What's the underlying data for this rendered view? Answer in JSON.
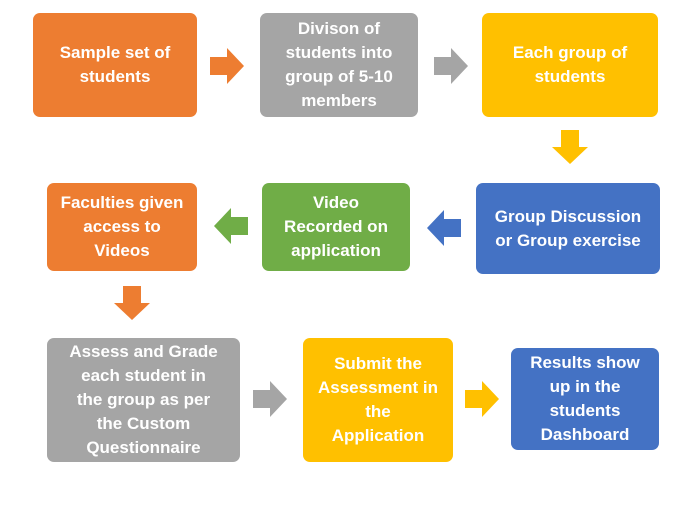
{
  "steps": [
    {
      "text": "Sample set of\nstudents",
      "color": "#ED7D31"
    },
    {
      "text": "Divison of\nstudents into\ngroup of 5-10\nmembers",
      "color": "#A5A5A5"
    },
    {
      "text": "Each group of\nstudents",
      "color": "#FFC000"
    },
    {
      "text": "Group Discussion\nor Group exercise",
      "color": "#4472C4"
    },
    {
      "text": "Video\nRecorded  on\napplication",
      "color": "#70AD47"
    },
    {
      "text": "Faculties given\naccess to\nVideos",
      "color": "#ED7D31"
    },
    {
      "text": "Assess and Grade\neach student in\nthe group as per\nthe Custom\nQuestionnaire",
      "color": "#A5A5A5"
    },
    {
      "text": "Submit the\nAssessment in\nthe\nApplication",
      "color": "#FFC000"
    },
    {
      "text": "Results show\nup in the\nstudents\nDashboard",
      "color": "#4472C4"
    }
  ],
  "arrows": [
    {
      "from": 1,
      "to": 2,
      "direction": "right",
      "color": "#ED7D31"
    },
    {
      "from": 2,
      "to": 3,
      "direction": "right",
      "color": "#A5A5A5"
    },
    {
      "from": 3,
      "to": 4,
      "direction": "down",
      "color": "#FFC000"
    },
    {
      "from": 4,
      "to": 5,
      "direction": "left",
      "color": "#4472C4"
    },
    {
      "from": 5,
      "to": 6,
      "direction": "left",
      "color": "#70AD47"
    },
    {
      "from": 6,
      "to": 7,
      "direction": "down",
      "color": "#ED7D31"
    },
    {
      "from": 7,
      "to": 8,
      "direction": "right",
      "color": "#A5A5A5"
    },
    {
      "from": 8,
      "to": 9,
      "direction": "right",
      "color": "#FFC000"
    }
  ]
}
